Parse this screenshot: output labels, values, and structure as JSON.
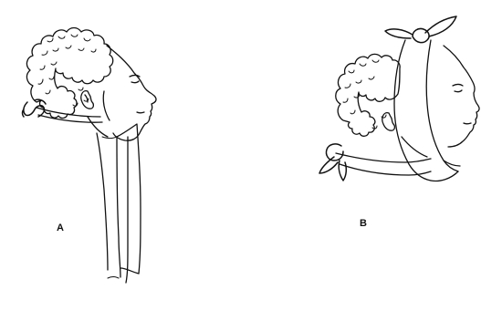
{
  "panels": {
    "a": {
      "label": "A",
      "depicts": "profile-head-cravat-tied-back-ends-hanging"
    },
    "b": {
      "label": "B",
      "depicts": "profile-head-cravat-wrapped-over-head-under-chin"
    }
  },
  "colors": {
    "ink": "#111111",
    "paper": "#ffffff"
  }
}
